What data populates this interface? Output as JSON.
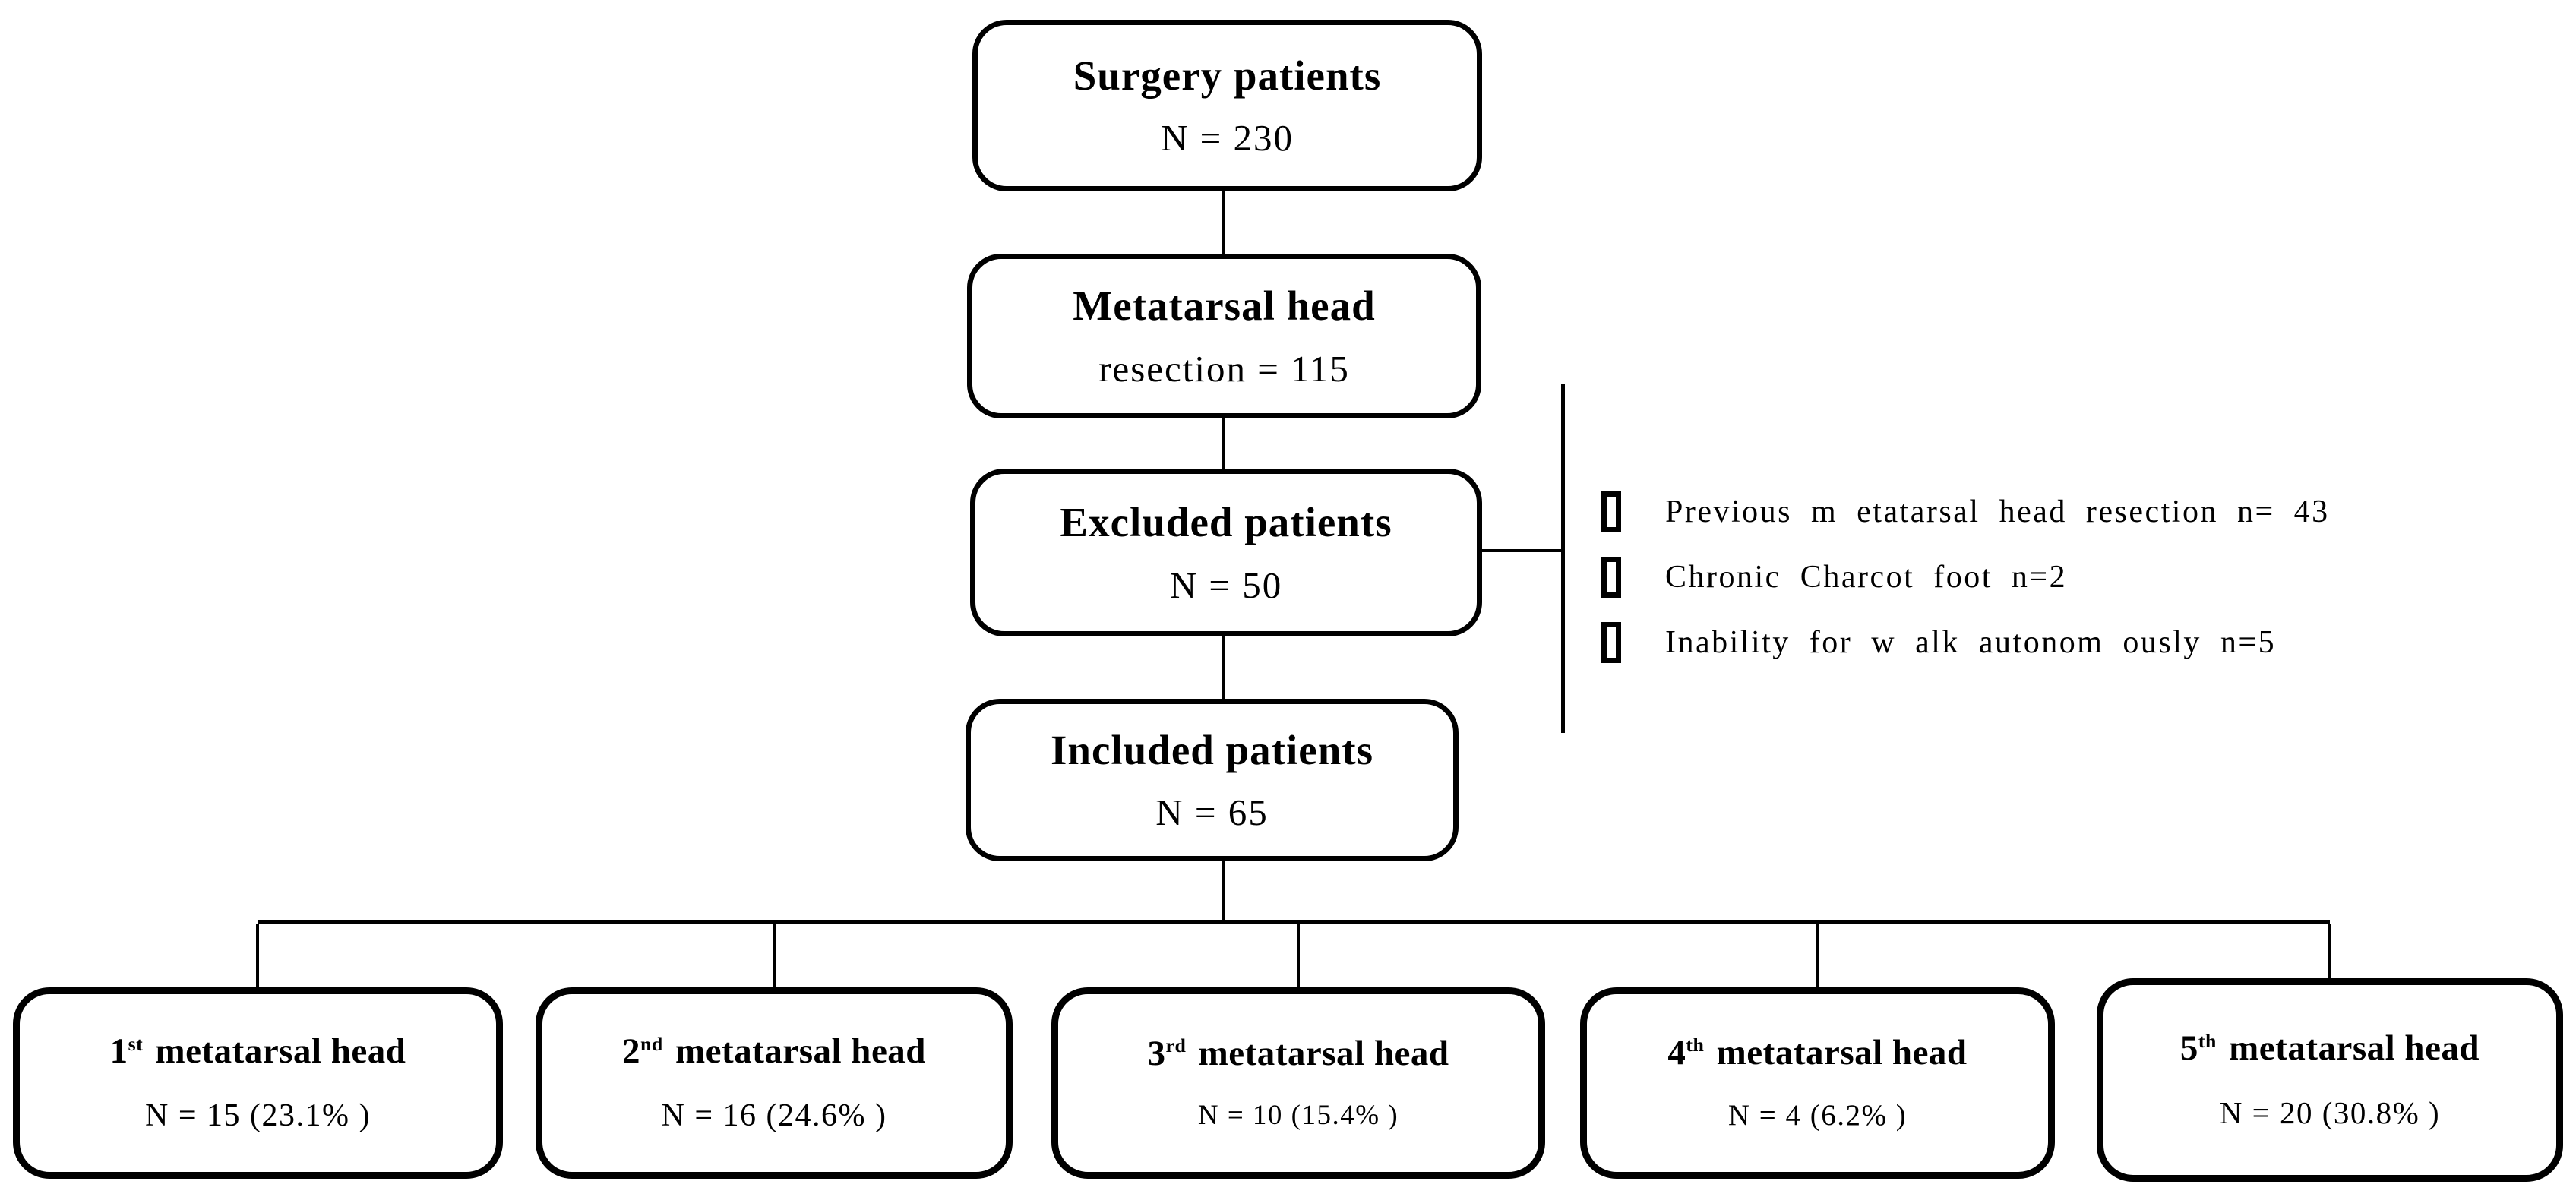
{
  "figure": {
    "background_color": "#ffffff",
    "line_color": "#000000",
    "main_boxes": [
      {
        "title": "Surgery patients",
        "value": "N = 230"
      },
      {
        "title": "Metatarsal head",
        "value": "resection = 115"
      },
      {
        "title": "Excluded patients",
        "value": "N = 50"
      },
      {
        "title": "Included patients",
        "value": "N = 65"
      }
    ],
    "exclusions": [
      "Previous m etatarsal head resection n= 43",
      "Chronic Charcot foot n=2",
      "Inability for w alk autonom ously n=5"
    ],
    "bottom_boxes": [
      {
        "ordinal": "1",
        "suffix": "st",
        "label": "metatarsal head",
        "value": "N = 15 (23.1% )"
      },
      {
        "ordinal": "2",
        "suffix": "nd",
        "label": "metatarsal head",
        "value": "N = 16 (24.6% )"
      },
      {
        "ordinal": "3",
        "suffix": "rd",
        "label": "metatarsal head",
        "value": "N = 10 (15.4% )"
      },
      {
        "ordinal": "4",
        "suffix": "th",
        "label": "metatarsal head",
        "value": "N = 4 (6.2% )"
      },
      {
        "ordinal": "5",
        "suffix": "th",
        "label": "metatarsal head",
        "value": "N = 20 (30.8% )"
      }
    ]
  }
}
